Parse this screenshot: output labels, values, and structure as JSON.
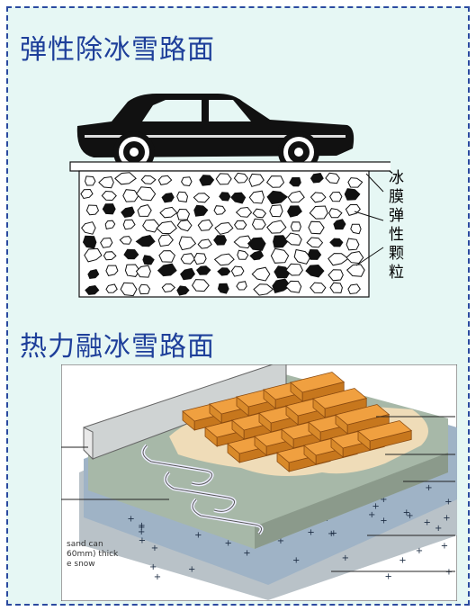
{
  "headings": {
    "elastic": "弹性除冰雪路面",
    "thermal": "热力融冰雪路面"
  },
  "elastic_figure": {
    "labels": [
      "冰",
      "膜",
      "弹",
      "性",
      "颗",
      "粒"
    ]
  },
  "thermal_figure": {
    "caption_lines": [
      "sand can",
      "60mm) thick",
      "e snow"
    ]
  },
  "colors": {
    "panel_bg": "#e6f7f4",
    "border": "#2b4aa0",
    "heading": "#1e3f9a",
    "brick": "#f0a040"
  }
}
